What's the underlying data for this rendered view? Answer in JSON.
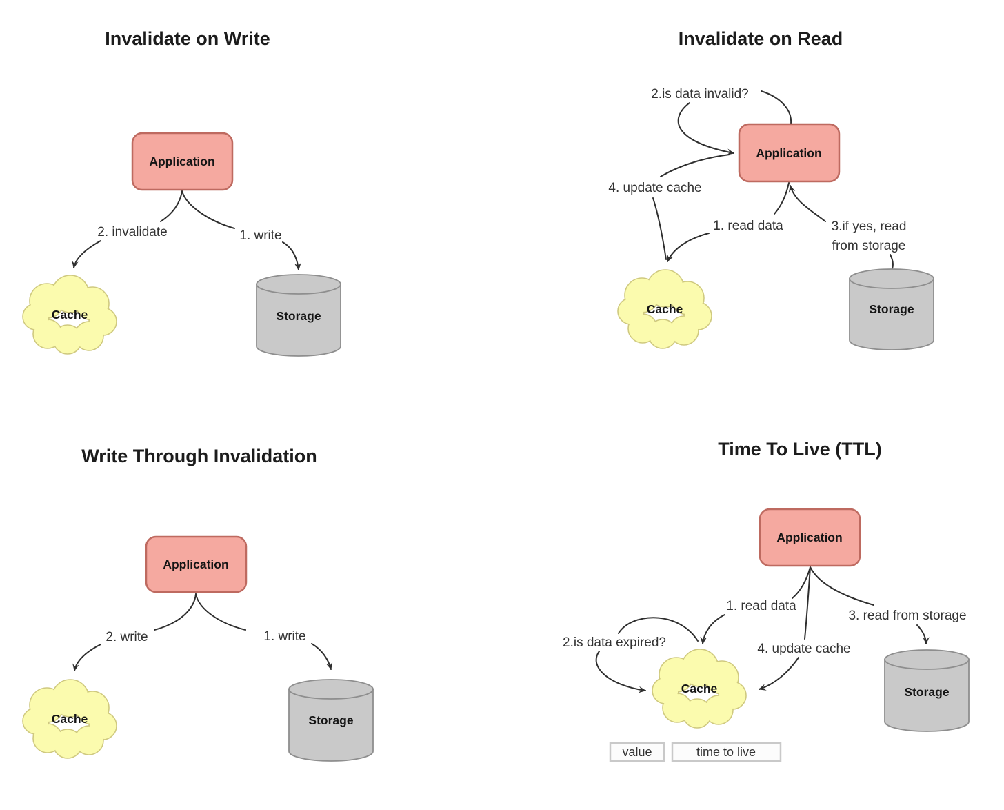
{
  "diagram": {
    "background": "#ffffff",
    "colors": {
      "application_fill": "#F5A9A0",
      "application_stroke": "#BE6A60",
      "cache_fill": "#FBFBAE",
      "cache_stroke": "#CFC97F",
      "storage_fill": "#C9C9C9",
      "storage_stroke": "#8E8E8E",
      "edge": "#2E2E2E",
      "label_text": "#333333",
      "node_text": "#151515",
      "title_text": "#1C1C1C"
    }
  },
  "panels": [
    {
      "title": "Invalidate on Write",
      "nodes": {
        "application": "Application",
        "cache": "Cache",
        "storage": "Storage"
      },
      "edges": [
        {
          "label": "1. write"
        },
        {
          "label": "2. invalidate"
        }
      ]
    },
    {
      "title": "Invalidate on Read",
      "nodes": {
        "application": "Application",
        "cache": "Cache",
        "storage": "Storage"
      },
      "edges": [
        {
          "label": "1. read data"
        },
        {
          "label": "2.is data invalid?"
        },
        {
          "label_lines": [
            "3.if yes, read",
            "from storage"
          ]
        },
        {
          "label": "4. update cache"
        }
      ]
    },
    {
      "title": "Write Through Invalidation",
      "nodes": {
        "application": "Application",
        "cache": "Cache",
        "storage": "Storage"
      },
      "edges": [
        {
          "label": "1. write"
        },
        {
          "label": "2. write"
        }
      ]
    },
    {
      "title": "Time To Live (TTL)",
      "nodes": {
        "application": "Application",
        "cache": "Cache",
        "storage": "Storage"
      },
      "edges": [
        {
          "label": "1. read data"
        },
        {
          "label": "2.is data expired?"
        },
        {
          "label": "3. read from storage"
        },
        {
          "label": "4. update cache"
        }
      ],
      "annotations": {
        "value_box": "value",
        "ttl_box": "time to live"
      }
    }
  ]
}
